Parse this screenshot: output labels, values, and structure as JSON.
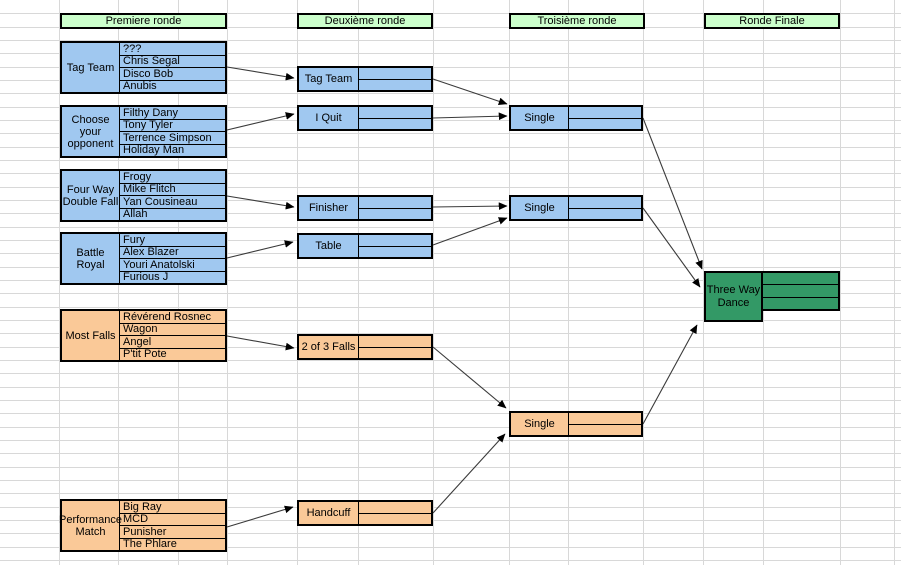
{
  "headers": [
    "Premiere ronde",
    "Deuxième ronde",
    "Troisième ronde",
    "Ronde Finale"
  ],
  "round1": [
    {
      "match_type": "Tag Team",
      "participants": [
        "???",
        "Chris Segal",
        "Disco Bob",
        "Anubis"
      ]
    },
    {
      "match_type": "Choose your opponent",
      "participants": [
        "Filthy Dany",
        "Tony Tyler",
        "Terrence Simpson",
        "Holiday Man"
      ]
    },
    {
      "match_type": "Four Way Double Fall",
      "participants": [
        "Frogy",
        "Mike Flitch",
        "Yan Cousineau",
        "Allah"
      ]
    },
    {
      "match_type": "Battle Royal",
      "participants": [
        "Fury",
        "Alex Blazer",
        "Youri Anatolski",
        "Furious J"
      ]
    },
    {
      "match_type": "Most Falls",
      "participants": [
        "Révérend Rosnec",
        "Wagon",
        "Angel",
        "P'tit Pote"
      ]
    },
    {
      "match_type": "Performance Match",
      "participants": [
        "Big Ray",
        "MCD",
        "Punisher",
        "The Phlare"
      ]
    }
  ],
  "round2": [
    {
      "match_type": "Tag Team"
    },
    {
      "match_type": "I Quit"
    },
    {
      "match_type": "Finisher"
    },
    {
      "match_type": "Table"
    },
    {
      "match_type": "2 of 3 Falls"
    },
    {
      "match_type": "Handcuff"
    }
  ],
  "round3": [
    {
      "match_type": "Single"
    },
    {
      "match_type": "Single"
    },
    {
      "match_type": "Single"
    }
  ],
  "final": {
    "match_type": "Three Way Dance"
  },
  "colors": {
    "header_green": "#ccffcc",
    "blue_bracket": "#a0c8f0",
    "orange_bracket": "#fac998",
    "final_green": "#339966"
  }
}
